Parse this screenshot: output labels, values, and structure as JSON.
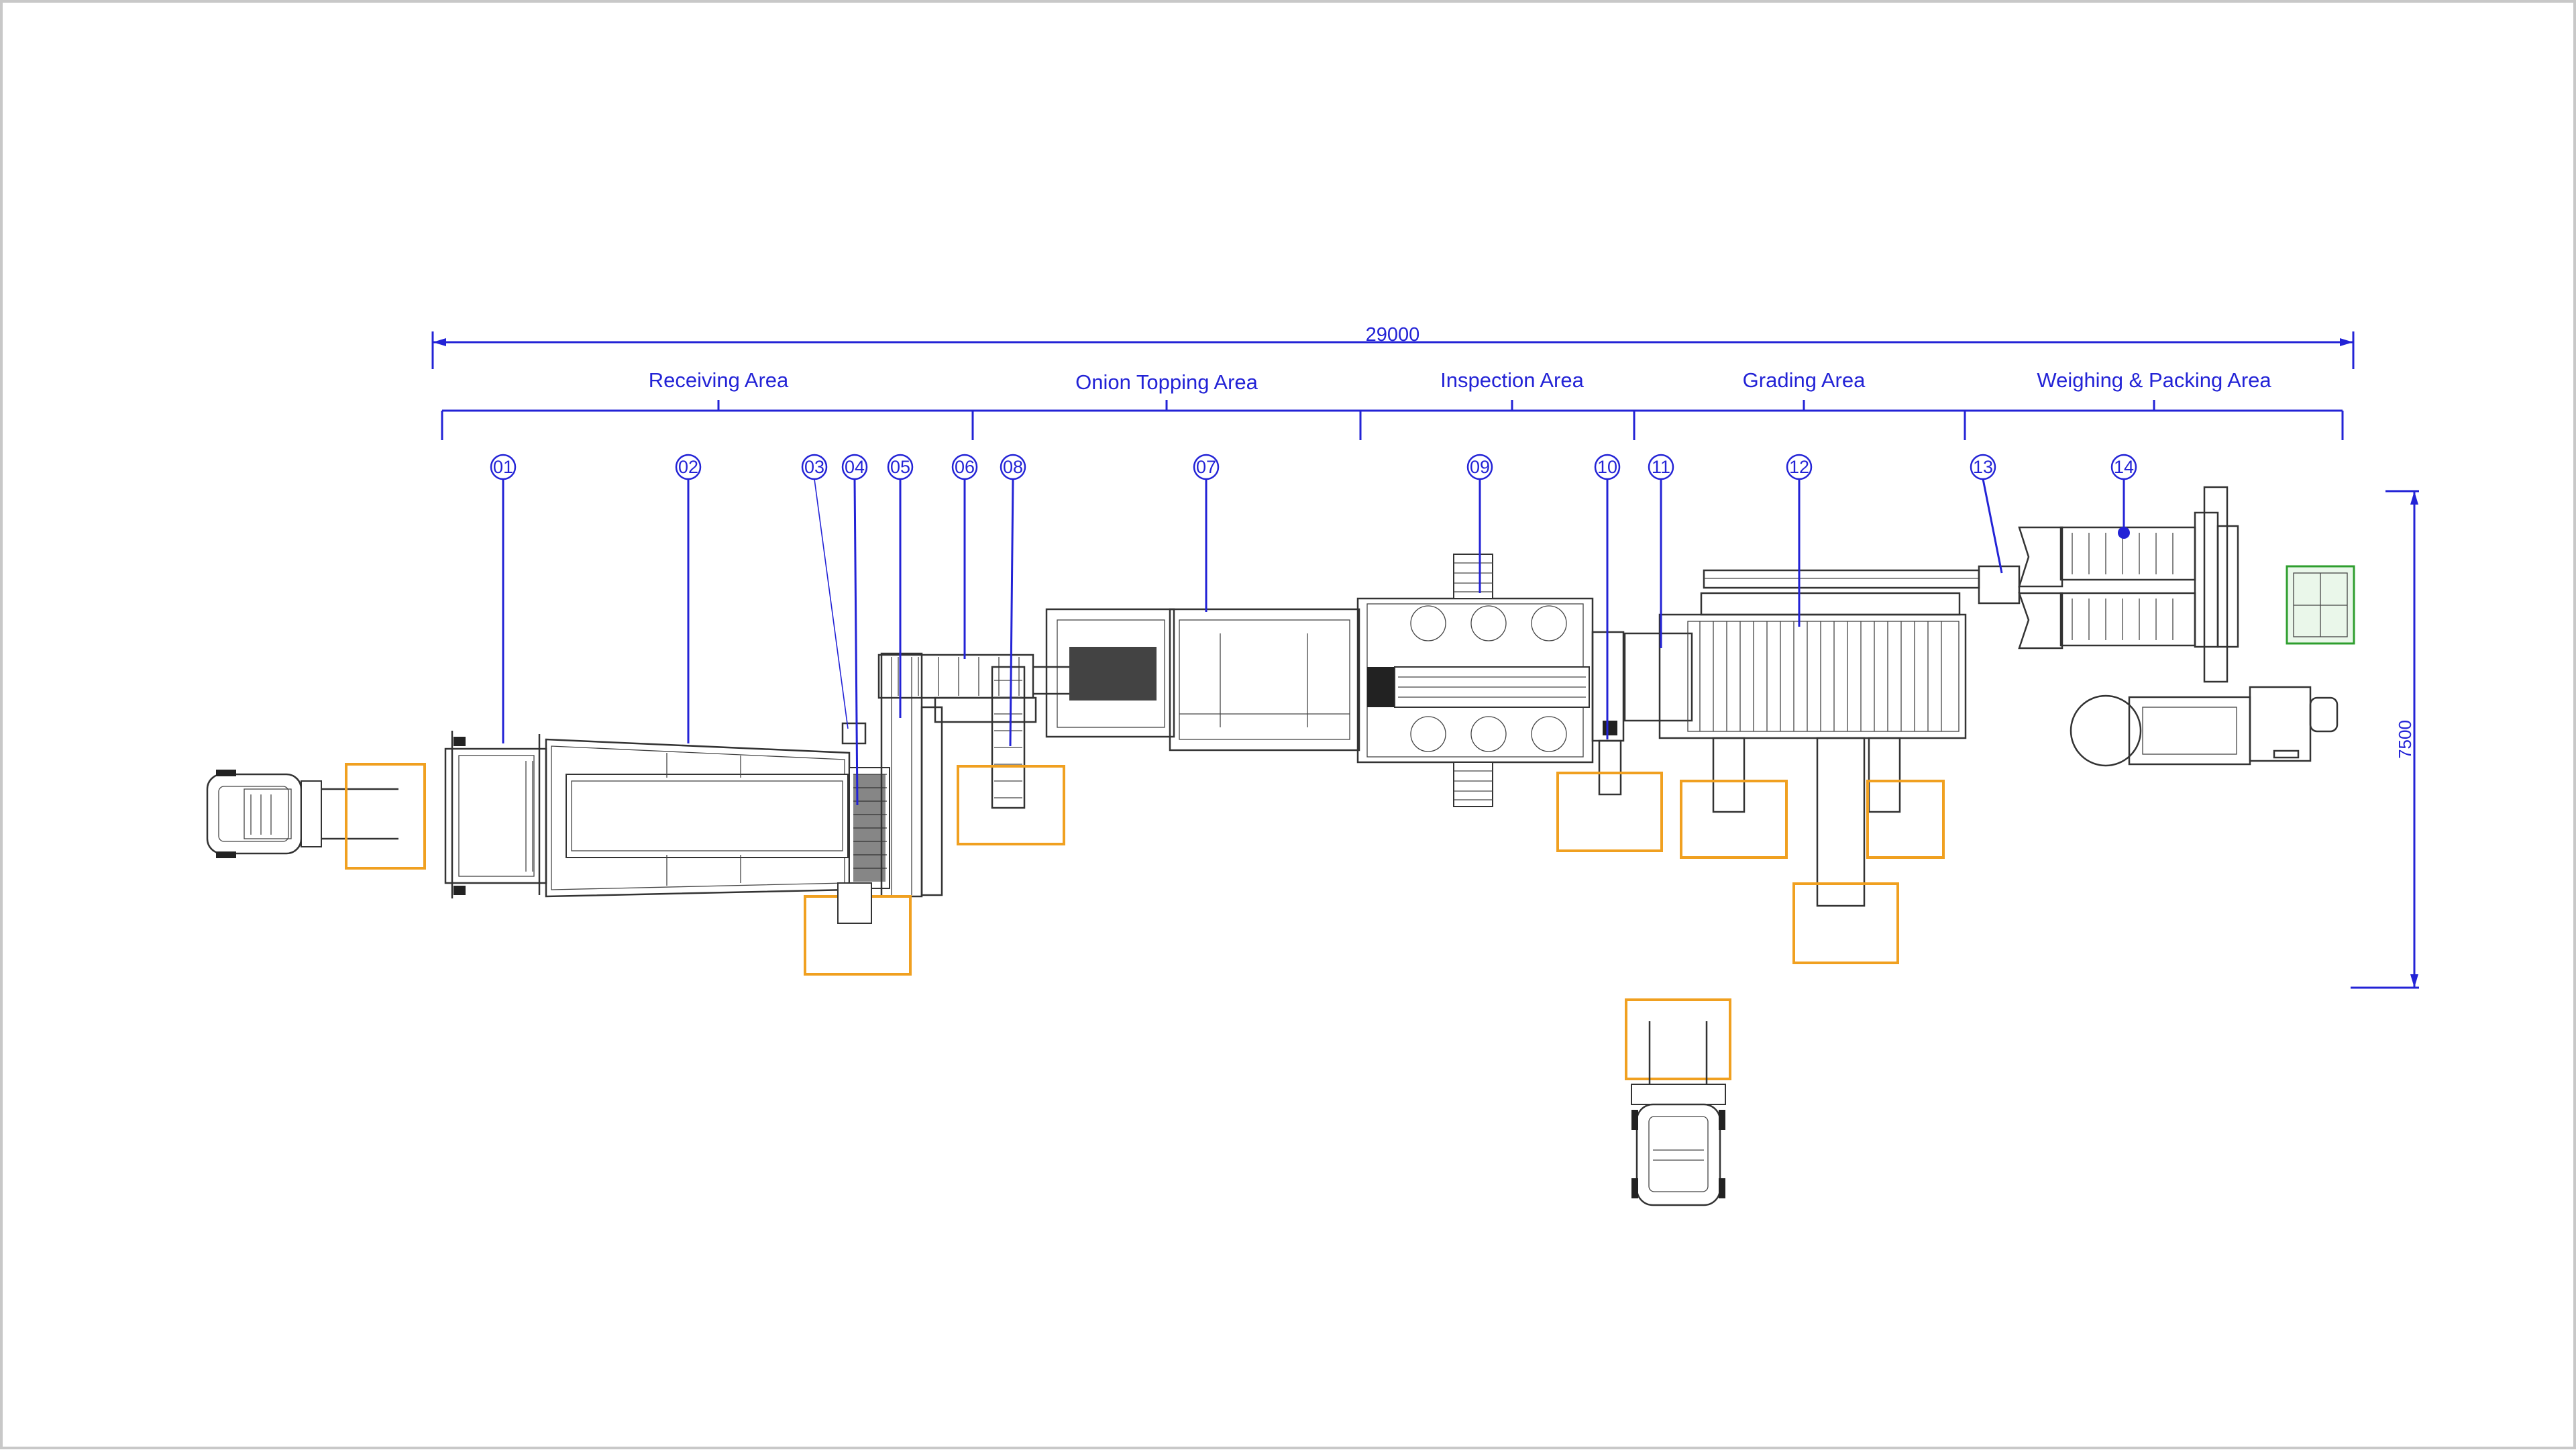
{
  "dimensions": {
    "total_length": "29000",
    "total_width": "7500"
  },
  "areas": [
    {
      "label": "Receiving Area"
    },
    {
      "label": "Onion Topping Area"
    },
    {
      "label": "Inspection Area"
    },
    {
      "label": "Grading Area"
    },
    {
      "label": "Weighing & Packing Area"
    }
  ],
  "callouts": [
    "01",
    "02",
    "03",
    "04",
    "05",
    "06",
    "08",
    "07",
    "09",
    "10",
    "11",
    "12",
    "13",
    "14"
  ],
  "colors": {
    "annotation": "#2323d6",
    "machine": "#333333",
    "bin_area": "#f0a020",
    "pallet": "#2e9e2e",
    "frame_border": "#c8c8c8"
  }
}
